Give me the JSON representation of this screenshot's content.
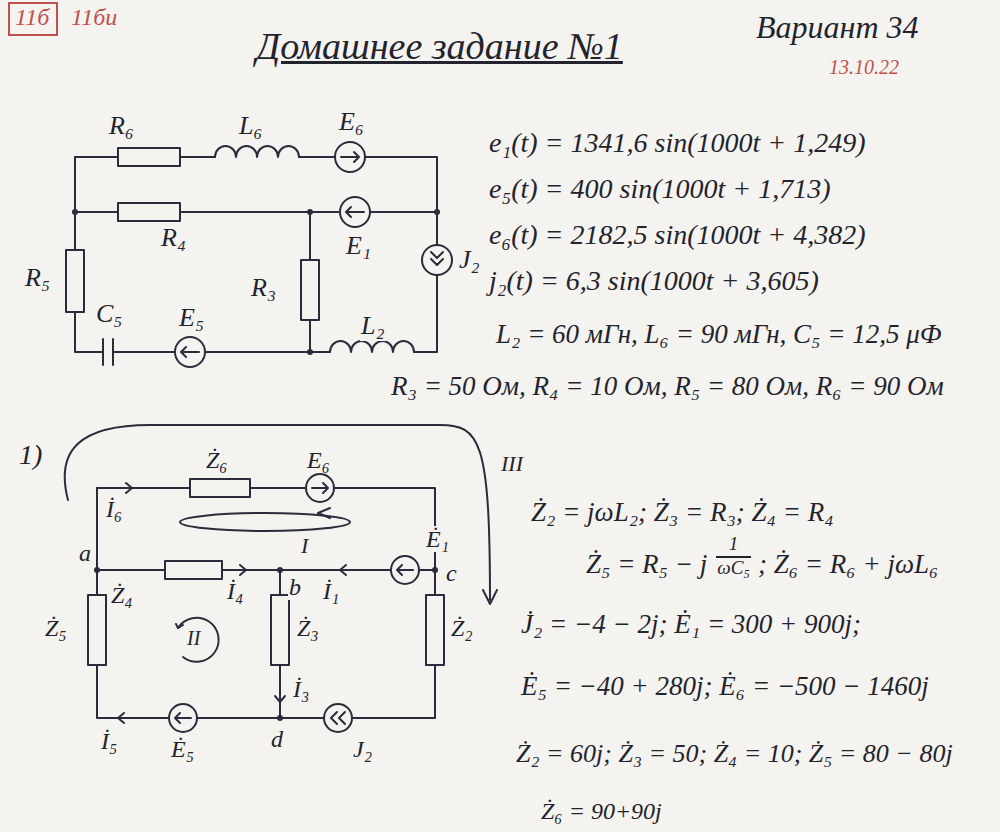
{
  "diagram": {
    "title": "Домашнее задание №1",
    "labels": [
      "11б",
      "11би",
      "Вариант 34",
      "13.10.22",
      "R₆",
      "L₆",
      "E₆",
      "R₄",
      "E₁",
      "J₂",
      "R₅",
      "R₃",
      "C₅",
      "E₅",
      "L₂",
      "e₁(t) = 1341,6 sin(1000t + 1,249)",
      "e₅(t) = 400 sin(1000t + 1,713)",
      "e₆(t) = 2182,5 sin(1000t + 4,382)",
      "j₂(t) = 6,3 sin(1000t + 3,605)",
      "L₂ = 60 мГн, L₆ = 90 мГн, C₅ = 12,5 μФ",
      "R₃ = 50 Ом, R₄ = 10 Ом, R₅ = 80 Ом, R₆ = 90 Ом",
      "1)",
      "Ż₆",
      "E₆",
      "III",
      "İ₆",
      "I",
      "Ė₁",
      "a",
      "c",
      "Ż₄",
      "İ₄",
      "b",
      "İ₁",
      "II",
      "Ż₅",
      "Ż₃",
      "Ż₂",
      "İ₃",
      "İ₅",
      "Ė₅",
      "d",
      "J₂",
      "Ż₂ = jωL₂; Ż₃ = R₃; Ż₄ = R₄",
      "Ż₅ = R₅ − j",
      "1",
      "ωC₅",
      "; Ż₆ = R₆ + jωL₆",
      "J̇₂ = −4 − 2j; Ė₁ = 300 + 900j;",
      "Ė₅ = −40 + 280j; Ė₆ = −500 − 1460j",
      "Ż₂ = 60j; Ż₃ = 50; Ż₄ = 10; Ż₅ = 80 − 80j",
      "Ż₆ = 90+90j"
    ]
  }
}
